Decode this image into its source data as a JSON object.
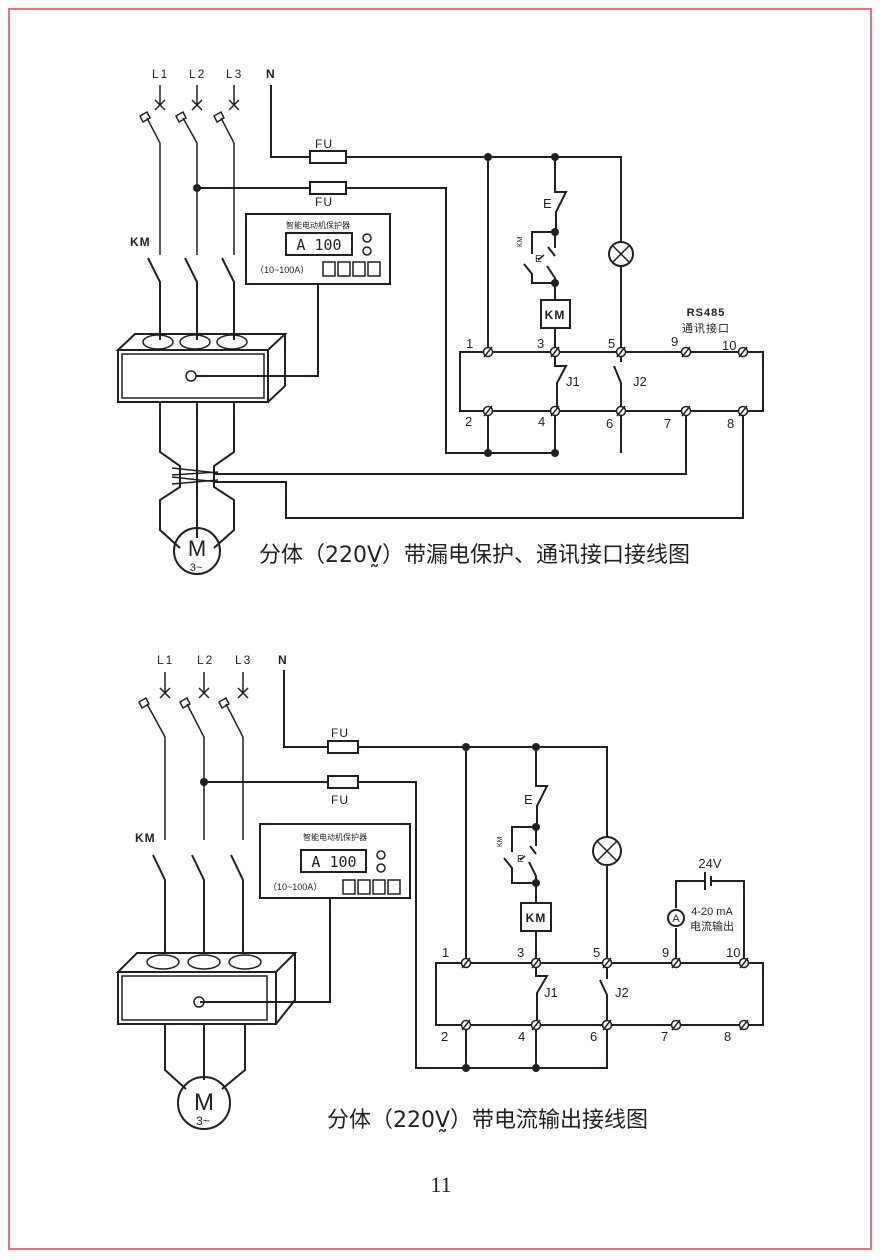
{
  "page": {
    "number": "11",
    "border_color": "#e87474",
    "ink_color": "#231f20"
  },
  "diagram1": {
    "caption": "分体（220V̰）带漏电保护、通讯接口接线图",
    "phases": [
      "L1",
      "L2",
      "L3"
    ],
    "neutral": "N",
    "fuses": [
      "FU",
      "FU"
    ],
    "contactor_label": "KM",
    "protector": {
      "title": "智能电动机保护器",
      "display": "A 100",
      "range": "（10~100A）"
    },
    "motor": {
      "symbol": "M",
      "sub": "3~"
    },
    "control": {
      "stop_button": "E",
      "start_button": "E",
      "aux_contact": "KM",
      "coil": "KM"
    },
    "terminals": {
      "top": [
        "1",
        "3",
        "5",
        "9",
        "10"
      ],
      "bottom": [
        "2",
        "4",
        "6",
        "7",
        "8"
      ]
    },
    "relays": [
      "J1",
      "J2"
    ],
    "comm": {
      "line1": "RS485",
      "line2": "通讯接口"
    }
  },
  "diagram2": {
    "caption": "分体（220V̰）带电流输出接线图",
    "phases": [
      "L1",
      "L2",
      "L3"
    ],
    "neutral": "N",
    "fuses": [
      "FU",
      "FU"
    ],
    "contactor_label": "KM",
    "protector": {
      "title": "智能电动机保护器",
      "display": "A 100",
      "range": "（10~100A）"
    },
    "motor": {
      "symbol": "M",
      "sub": "3~"
    },
    "control": {
      "stop_button": "E",
      "start_button": "E",
      "aux_contact": "KM",
      "coil": "KM"
    },
    "terminals": {
      "top": [
        "1",
        "3",
        "5",
        "9",
        "10"
      ],
      "bottom": [
        "2",
        "4",
        "6",
        "7",
        "8"
      ]
    },
    "relays": [
      "J1",
      "J2"
    ],
    "current_output": {
      "supply": "24V",
      "ammeter": "A",
      "line1": "4-20 mA",
      "line2": "电流输出"
    }
  }
}
